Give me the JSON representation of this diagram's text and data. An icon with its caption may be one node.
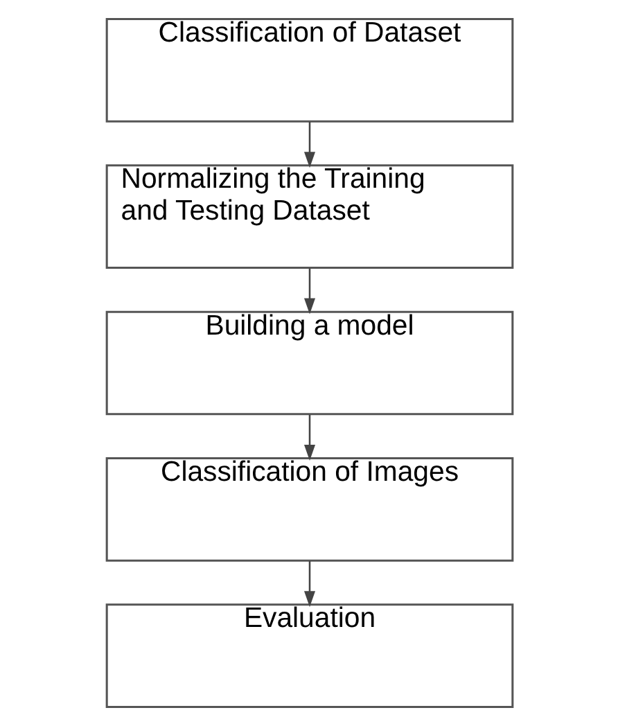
{
  "diagram": {
    "nodes": [
      {
        "text": [
          "Classification of Dataset"
        ]
      },
      {
        "text": [
          "Normalizing the Training and Testing Dataset"
        ]
      },
      {
        "text": [
          "Building a model"
        ]
      },
      {
        "text": [
          "Classification of Images"
        ]
      },
      {
        "text": [
          "Evaluation"
        ]
      }
    ],
    "edges": [
      {
        "from": 0,
        "to": 1,
        "arrow": "to"
      },
      {
        "from": 1,
        "to": 2,
        "arrow": "to"
      },
      {
        "from": 2,
        "to": 3,
        "arrow": "to"
      },
      {
        "from": 3,
        "to": 4,
        "arrow": "to"
      }
    ]
  }
}
